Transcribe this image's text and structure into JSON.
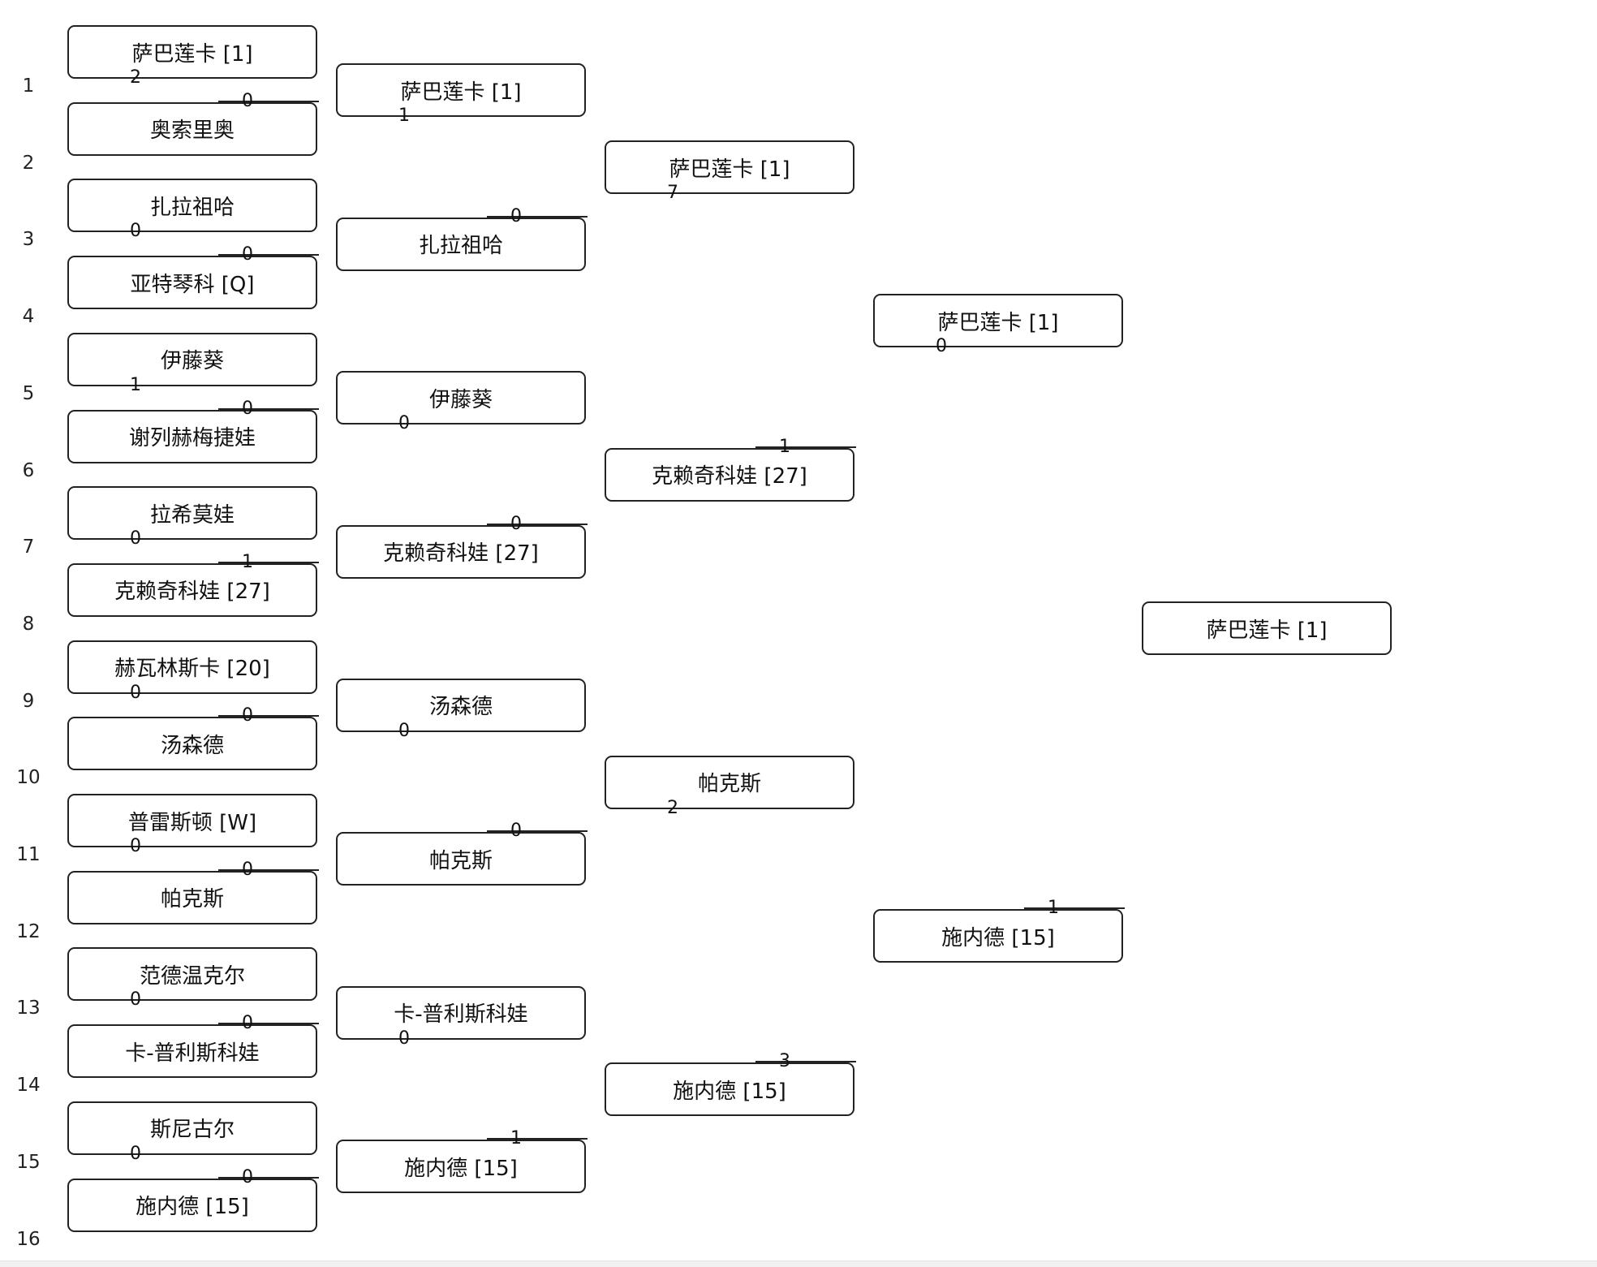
{
  "seeds": [
    "1",
    "2",
    "3",
    "4",
    "5",
    "6",
    "7",
    "8",
    "9",
    "10",
    "11",
    "12",
    "13",
    "14",
    "15",
    "16"
  ],
  "rounds": [
    {
      "matches": [
        {
          "top": {
            "name": "萨巴莲卡 [1]",
            "score": "2"
          },
          "bottom": {
            "name": "奥索里奥",
            "score": "0"
          }
        },
        {
          "top": {
            "name": "扎拉祖哈",
            "score": "0"
          },
          "bottom": {
            "name": "亚特琴科 [Q]",
            "score": "0"
          }
        },
        {
          "top": {
            "name": "伊藤葵",
            "score": "1"
          },
          "bottom": {
            "name": "谢列赫梅捷娃",
            "score": "0"
          }
        },
        {
          "top": {
            "name": "拉希莫娃",
            "score": "0"
          },
          "bottom": {
            "name": "克赖奇科娃 [27]",
            "score": "1"
          }
        },
        {
          "top": {
            "name": "赫瓦林斯卡 [20]",
            "score": "0"
          },
          "bottom": {
            "name": "汤森德",
            "score": "0"
          }
        },
        {
          "top": {
            "name": "普雷斯顿 [W]",
            "score": "0"
          },
          "bottom": {
            "name": "帕克斯",
            "score": "0"
          }
        },
        {
          "top": {
            "name": "范德温克尔",
            "score": "0"
          },
          "bottom": {
            "name": "卡-普利斯科娃",
            "score": "0"
          }
        },
        {
          "top": {
            "name": "斯尼古尔",
            "score": "0"
          },
          "bottom": {
            "name": "施内德 [15]",
            "score": "0"
          }
        }
      ]
    },
    {
      "matches": [
        {
          "top": {
            "name": "萨巴莲卡 [1]",
            "score": "1"
          },
          "bottom": {
            "name": "扎拉祖哈",
            "score": "0"
          }
        },
        {
          "top": {
            "name": "伊藤葵",
            "score": "0"
          },
          "bottom": {
            "name": "克赖奇科娃 [27]",
            "score": "0"
          }
        },
        {
          "top": {
            "name": "汤森德",
            "score": "0"
          },
          "bottom": {
            "name": "帕克斯",
            "score": "0"
          }
        },
        {
          "top": {
            "name": "卡-普利斯科娃",
            "score": "0"
          },
          "bottom": {
            "name": "施内德 [15]",
            "score": "1"
          }
        }
      ]
    },
    {
      "matches": [
        {
          "top": {
            "name": "萨巴莲卡 [1]",
            "score": "7"
          },
          "bottom": {
            "name": "克赖奇科娃 [27]",
            "score": "1"
          }
        },
        {
          "top": {
            "name": "帕克斯",
            "score": "2"
          },
          "bottom": {
            "name": "施内德 [15]",
            "score": "3"
          }
        }
      ]
    },
    {
      "matches": [
        {
          "top": {
            "name": "萨巴莲卡 [1]",
            "score": "0"
          },
          "bottom": {
            "name": "施内德 [15]",
            "score": "1"
          }
        }
      ]
    }
  ],
  "champion": {
    "name": "萨巴莲卡 [1]"
  }
}
